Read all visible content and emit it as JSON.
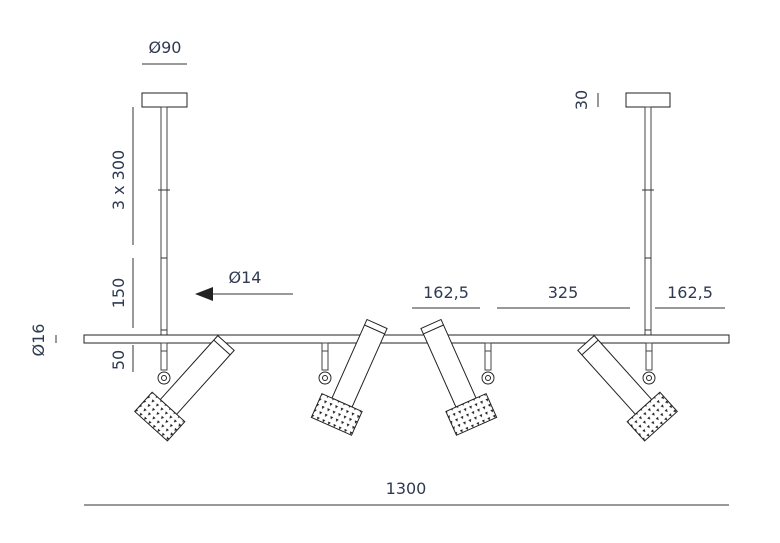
{
  "drawing": {
    "canopy_diameter": "Ø90",
    "canopy_height": "30",
    "rod_segments": "3 x 300",
    "rod_extra": "150",
    "rod_diameter": "Ø14",
    "bar_diameter": "Ø16",
    "spot_drop": "50",
    "spacing_left": "162,5",
    "spacing_middle": "325",
    "spacing_right": "162,5",
    "total_length": "1300"
  }
}
